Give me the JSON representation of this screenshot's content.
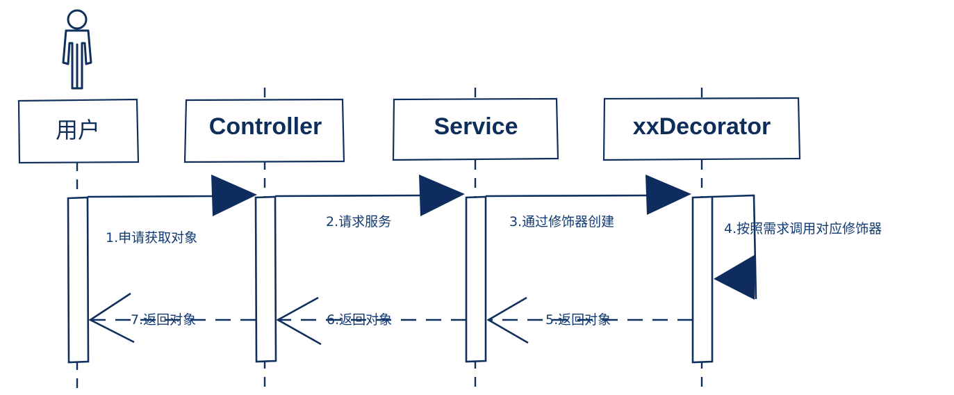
{
  "participants": [
    {
      "id": "user",
      "label": "用户",
      "has_actor_icon": true
    },
    {
      "id": "controller",
      "label": "Controller"
    },
    {
      "id": "service",
      "label": "Service"
    },
    {
      "id": "decorator",
      "label": "xxDecorator"
    }
  ],
  "messages": [
    {
      "from": "user",
      "to": "controller",
      "label": "1.申请获取对象",
      "kind": "sync"
    },
    {
      "from": "controller",
      "to": "service",
      "label": "2.请求服务",
      "kind": "sync"
    },
    {
      "from": "service",
      "to": "decorator",
      "label": "3.通过修饰器创建",
      "kind": "sync"
    },
    {
      "from": "decorator",
      "to": "decorator",
      "label": "4.按照需求调用对应修饰器",
      "kind": "self"
    },
    {
      "from": "decorator",
      "to": "service",
      "label": "5.返回对象",
      "kind": "return"
    },
    {
      "from": "service",
      "to": "controller",
      "label": "6.返回对象",
      "kind": "return"
    },
    {
      "from": "controller",
      "to": "user",
      "label": "7.返回对象",
      "kind": "return"
    }
  ],
  "colors": {
    "ink": "#0f2f5c",
    "arrowhead": "#0e2d5e",
    "label": "#123a73",
    "background": "#ffffff"
  }
}
